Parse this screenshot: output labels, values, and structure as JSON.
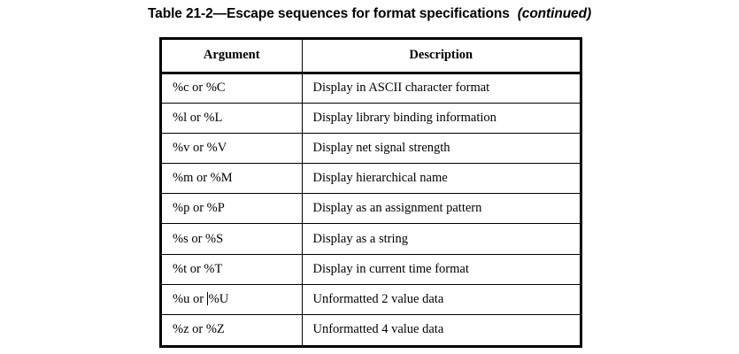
{
  "caption": {
    "main": "Table 21-2—Escape sequences for format specifications",
    "continued": "(continued)"
  },
  "table": {
    "columns": [
      "Argument",
      "Description"
    ],
    "rows": [
      {
        "argument": "%c or %C",
        "description": "Display in ASCII character format"
      },
      {
        "argument": "%l or %L",
        "description": "Display library binding information"
      },
      {
        "argument": "%v or %V",
        "description": "Display net signal strength"
      },
      {
        "argument": "%m or %M",
        "description": "Display hierarchical name"
      },
      {
        "argument": "%p or %P",
        "description": "Display as an assignment pattern"
      },
      {
        "argument": "%s or %S",
        "description": "Display as a string"
      },
      {
        "argument": "%t or %T",
        "description": "Display in current time format"
      },
      {
        "argument": "%u or %U",
        "description": "Unformatted 2 value data",
        "caret_before": "%U"
      },
      {
        "argument": "%z or %Z",
        "description": "Unformatted 4 value data"
      }
    ]
  },
  "colors": {
    "page_background": "#ffffff",
    "text": "#000000",
    "border": "#000000"
  }
}
